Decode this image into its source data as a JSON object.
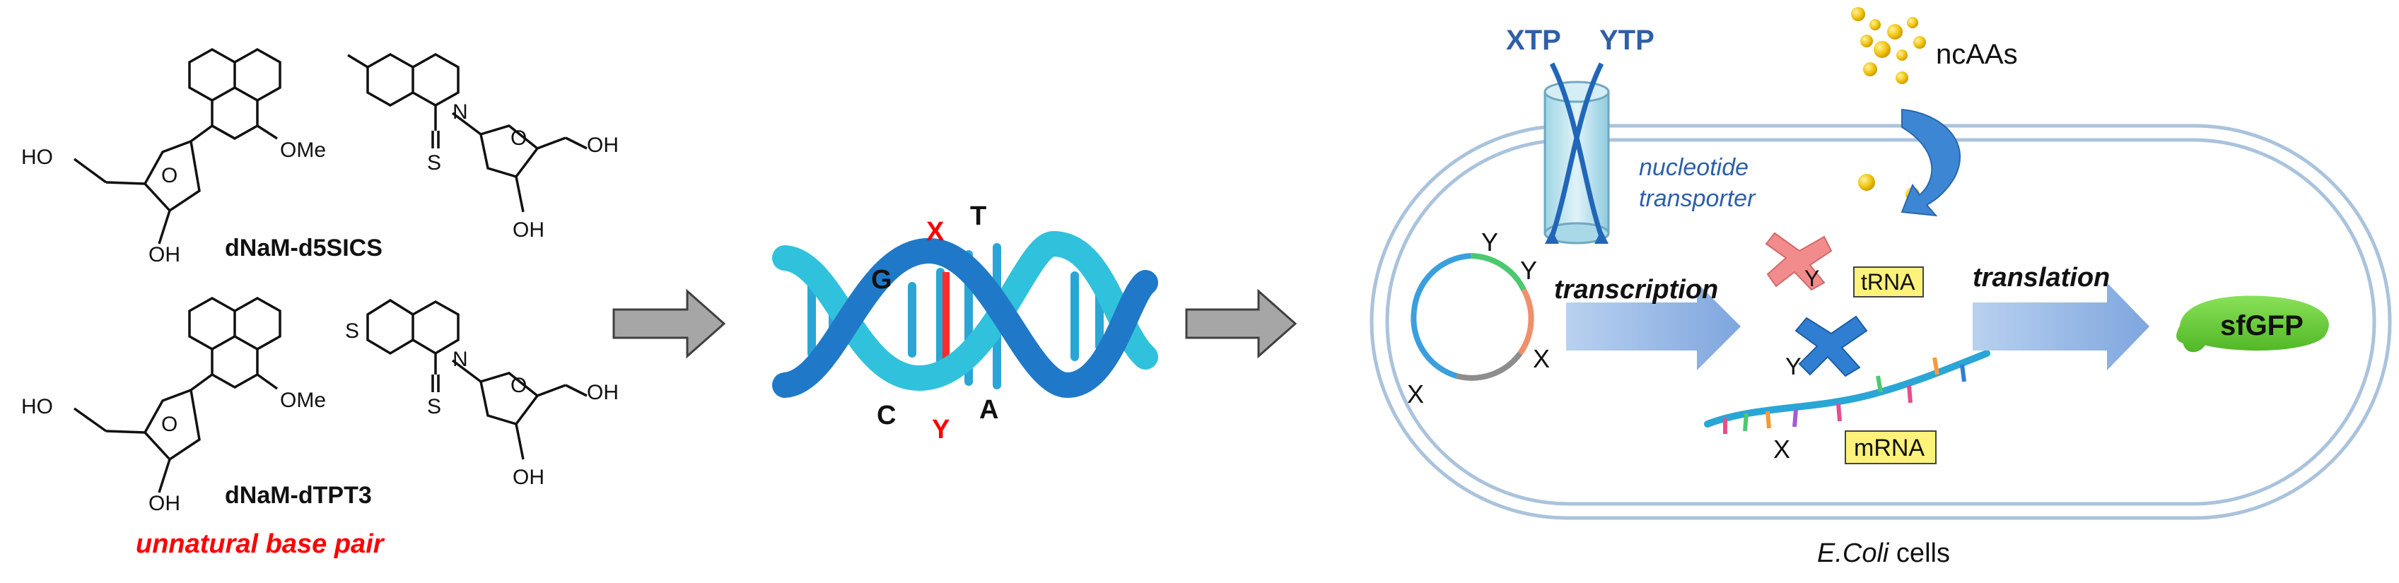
{
  "molecules": {
    "pair1": {
      "name": "dNaM-d5SICS",
      "ho_left": "HO",
      "oh_left": "OH",
      "ome": "OMe",
      "s": "S",
      "n": "N",
      "oh_right": "OH",
      "oh_right_bottom": "OH"
    },
    "pair2": {
      "name": "dNaM-dTPT3",
      "ho_left": "HO",
      "oh_left": "OH",
      "ome": "OMe",
      "s_ring": "S",
      "s": "S",
      "n": "N",
      "oh_right": "OH",
      "oh_right_bottom": "OH"
    },
    "caption": "unnatural base pair",
    "ring_o": "O"
  },
  "dna": {
    "letters": {
      "top": "T",
      "top_x": "X",
      "left": "G",
      "bottom_c": "C",
      "bottom_y": "Y",
      "bottom_a": "A"
    }
  },
  "cell": {
    "transporter_labels": [
      "XTP",
      "YTP"
    ],
    "transporter_caption": [
      "nucleotide",
      "transporter"
    ],
    "ncaa_label": "ncAAs",
    "plasmid_marks": [
      "Y",
      "Y",
      "X",
      "X"
    ],
    "step1": "transcription",
    "step2": "translation",
    "trna_label": "tRNA",
    "mrna_label": "mRNA",
    "trna_y": "Y",
    "trna2_y": "Y",
    "mrna_x": "X",
    "protein": "sfGFP",
    "caption_italic": "E.Coli",
    "caption_rest": " cells"
  },
  "colors": {
    "red": "#ff0000",
    "blue_text": "#2e5fa8",
    "arrow_gray": "#a6a6a6",
    "flow_blue": "#8fb3e3",
    "gfp_green": "#6ed03b",
    "label_yellow": "#fff27a",
    "dna_dark": "#1f79c8",
    "dna_light": "#30c2dc"
  }
}
